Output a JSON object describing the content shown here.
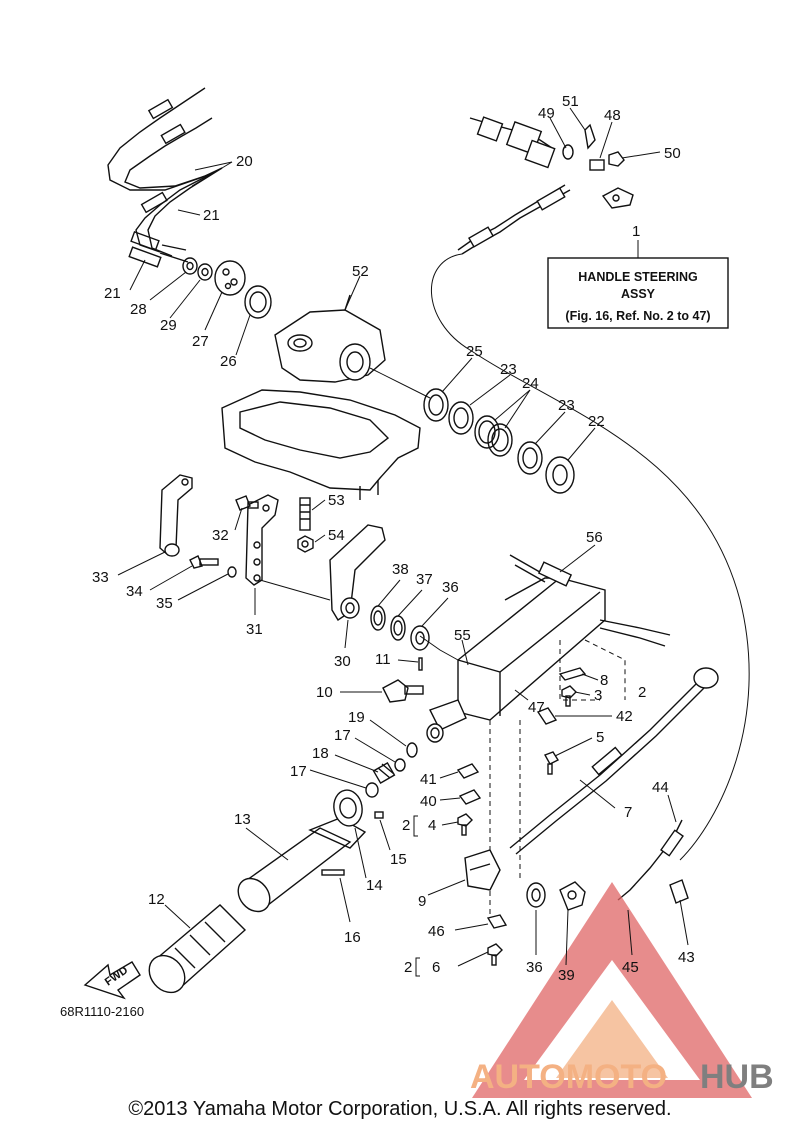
{
  "diagram": {
    "assembly_box": {
      "callout": "1",
      "title_line1": "HANDLE STEERING",
      "title_line2": "ASSY",
      "reference": "(Fig. 16, Ref. No. 2 to 47)"
    },
    "drawing_number": "68R1110-2160",
    "fwd_label": "FWD",
    "copyright": "©2013 Yamaha Motor Corporation, U.S.A. All rights reserved.",
    "watermark": {
      "text_part1": "AUTOMOTO",
      "text_part2": "HUB",
      "color_part1": "#f4b183",
      "color_part2": "#7f7f7f",
      "triangle_color": "#e06666"
    },
    "callouts": [
      "20",
      "21",
      "21",
      "28",
      "29",
      "27",
      "26",
      "52",
      "51",
      "49",
      "48",
      "50",
      "25",
      "23",
      "24",
      "23",
      "22",
      "53",
      "54",
      "32",
      "33",
      "34",
      "35",
      "31",
      "30",
      "38",
      "37",
      "36",
      "56",
      "55",
      "11",
      "10",
      "8",
      "3",
      "2",
      "42",
      "47",
      "5",
      "19",
      "17",
      "18",
      "17",
      "41",
      "40",
      "4",
      "2",
      "7",
      "44",
      "13",
      "15",
      "14",
      "12",
      "16",
      "9",
      "46",
      "6",
      "2",
      "36",
      "39",
      "45",
      "43"
    ]
  }
}
